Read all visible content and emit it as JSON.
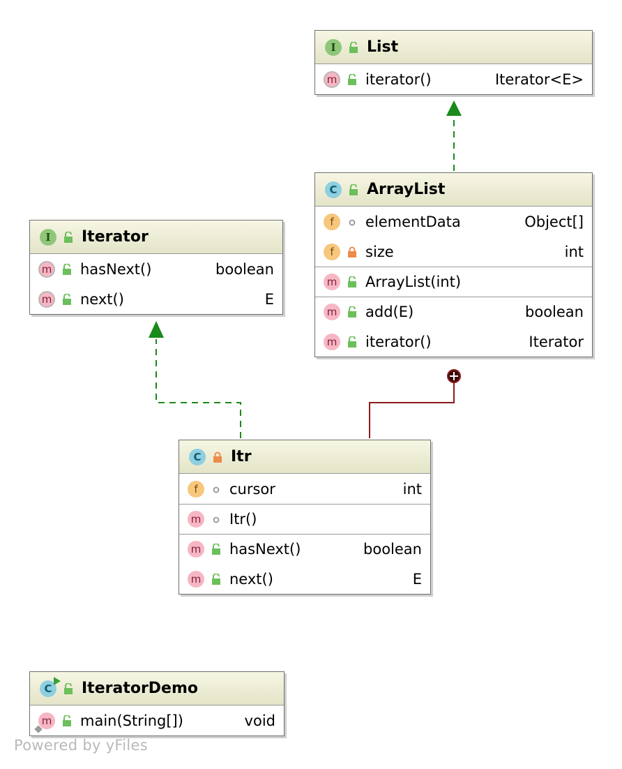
{
  "nodes": {
    "list": {
      "name": "List",
      "kind_icon": "I",
      "members": [
        {
          "icon": "m",
          "name": "iterator()",
          "type": "Iterator<E>"
        }
      ]
    },
    "arraylist": {
      "name": "ArrayList",
      "kind_icon": "C",
      "fields": [
        {
          "icon": "f",
          "name": "elementData",
          "type": "Object[]"
        },
        {
          "icon": "f",
          "name": "size",
          "type": "int"
        }
      ],
      "constructors": [
        {
          "icon": "m",
          "name": "ArrayList(int)",
          "type": ""
        }
      ],
      "methods": [
        {
          "icon": "m",
          "name": "add(E)",
          "type": "boolean"
        },
        {
          "icon": "m",
          "name": "iterator()",
          "type": "Iterator"
        }
      ]
    },
    "iterator": {
      "name": "Iterator",
      "kind_icon": "I",
      "members": [
        {
          "icon": "m",
          "name": "hasNext()",
          "type": "boolean"
        },
        {
          "icon": "m",
          "name": "next()",
          "type": "E"
        }
      ]
    },
    "itr": {
      "name": "Itr",
      "kind_icon": "C",
      "fields": [
        {
          "icon": "f",
          "name": "cursor",
          "type": "int"
        }
      ],
      "constructors": [
        {
          "icon": "m",
          "name": "Itr()",
          "type": ""
        }
      ],
      "methods": [
        {
          "icon": "m",
          "name": "hasNext()",
          "type": "boolean"
        },
        {
          "icon": "m",
          "name": "next()",
          "type": "E"
        }
      ]
    },
    "iteratordemo": {
      "name": "IteratorDemo",
      "kind_icon": "C",
      "members": [
        {
          "icon": "m",
          "name": "main(String[])",
          "type": "void"
        }
      ]
    }
  },
  "colors": {
    "implements_edge": "#1a8a1a",
    "inner_class_edge": "#8b1a1a",
    "public_lock": "#6cbf5a",
    "private_lock": "#ee8a4a"
  },
  "footer": {
    "watermark": "Powered by yFiles"
  }
}
